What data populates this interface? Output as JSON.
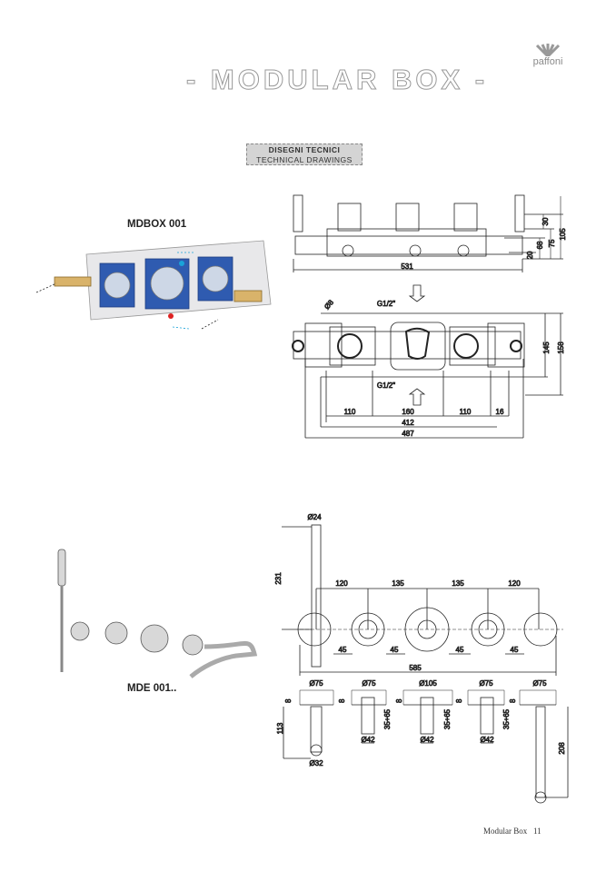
{
  "header": {
    "title": "- MODULAR BOX -",
    "brand": "paffoni"
  },
  "section": {
    "line1": "DISEGNI TECNICI",
    "line2": "TECHNICAL DRAWINGS"
  },
  "products": [
    {
      "code": "MDBOX 001"
    },
    {
      "code": "MDE 001.."
    }
  ],
  "drawing1": {
    "front": {
      "h30": "30",
      "h105": "105",
      "h75": "75",
      "h68": "68",
      "h20": "20",
      "w531": "531"
    },
    "plan": {
      "inlet_top": "G1/2\"",
      "inlet_bottom": "G1/2\"",
      "hole": "Ø8",
      "h145": "145",
      "h158": "158",
      "d110a": "110",
      "d160": "160",
      "d110b": "110",
      "d16": "16",
      "d412": "412",
      "d487": "487"
    }
  },
  "drawing2": {
    "front": {
      "d24": "Ø24",
      "h231": "231",
      "s120a": "120",
      "s135a": "135",
      "s135b": "135",
      "s120b": "120",
      "g45a": "45",
      "g45b": "45",
      "g45c": "45",
      "g45d": "45",
      "w585": "585"
    },
    "side": {
      "d75a": "Ø75",
      "d75b": "Ø75",
      "d105": "Ø105",
      "d75c": "Ø75",
      "d75d": "Ø75",
      "t8": "8",
      "r3565": "35÷65",
      "d42": "Ø42",
      "h113": "113",
      "d32": "Ø32",
      "h208": "208"
    }
  },
  "footer": {
    "label": "Modular Box",
    "page": "11"
  }
}
